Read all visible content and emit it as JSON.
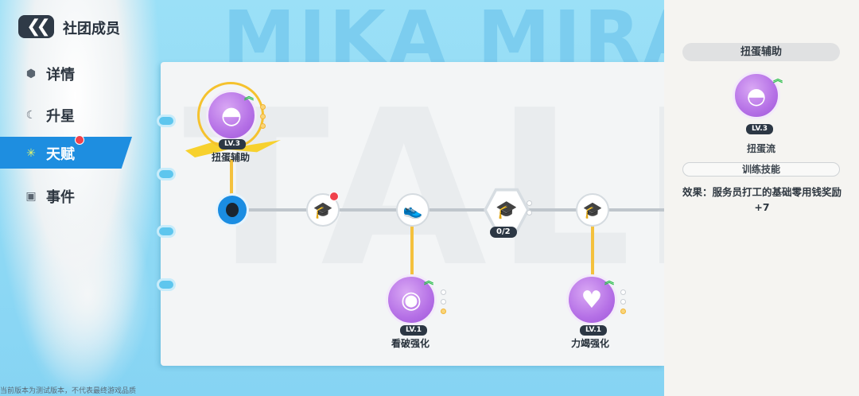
{
  "header": {
    "back_icon": "double-chevron-left-icon",
    "title": "社团成员"
  },
  "background": {
    "watermark_text": "MIKA MIRAI"
  },
  "sidebar": {
    "items": [
      {
        "label": "详情",
        "icon": "cube-icon"
      },
      {
        "label": "升星",
        "icon": "moon-icon"
      },
      {
        "label": "天赋",
        "icon": "sparkle-icon",
        "active": true,
        "notification": true
      },
      {
        "label": "事件",
        "icon": "card-icon"
      }
    ]
  },
  "tree": {
    "selected_node": {
      "label": "扭蛋辅助",
      "level": "LV.3",
      "icon": "gacha-ball-icon"
    },
    "hex_node": {
      "count": "0/2",
      "icon": "graduation-cap-icon"
    },
    "nodes": [
      {
        "label": "看破强化",
        "level": "LV.1",
        "icon": "eye-icon"
      },
      {
        "label": "力竭强化",
        "level": "LV.1",
        "icon": "broken-heart-icon"
      }
    ]
  },
  "detail": {
    "title": "扭蛋辅助",
    "level": "LV.3",
    "name": "扭蛋流",
    "tag": "训练技能",
    "description": "效果：服务员打工的基础零用钱奖励+7"
  },
  "footer": {
    "disclaimer": "当前版本为测试版本，不代表最终游戏品质"
  },
  "colors": {
    "accent": "#1e8ee0",
    "talent_purple": "#b570e6",
    "gold": "#f4c13d",
    "upgrade_green": "#2fbf4e"
  }
}
